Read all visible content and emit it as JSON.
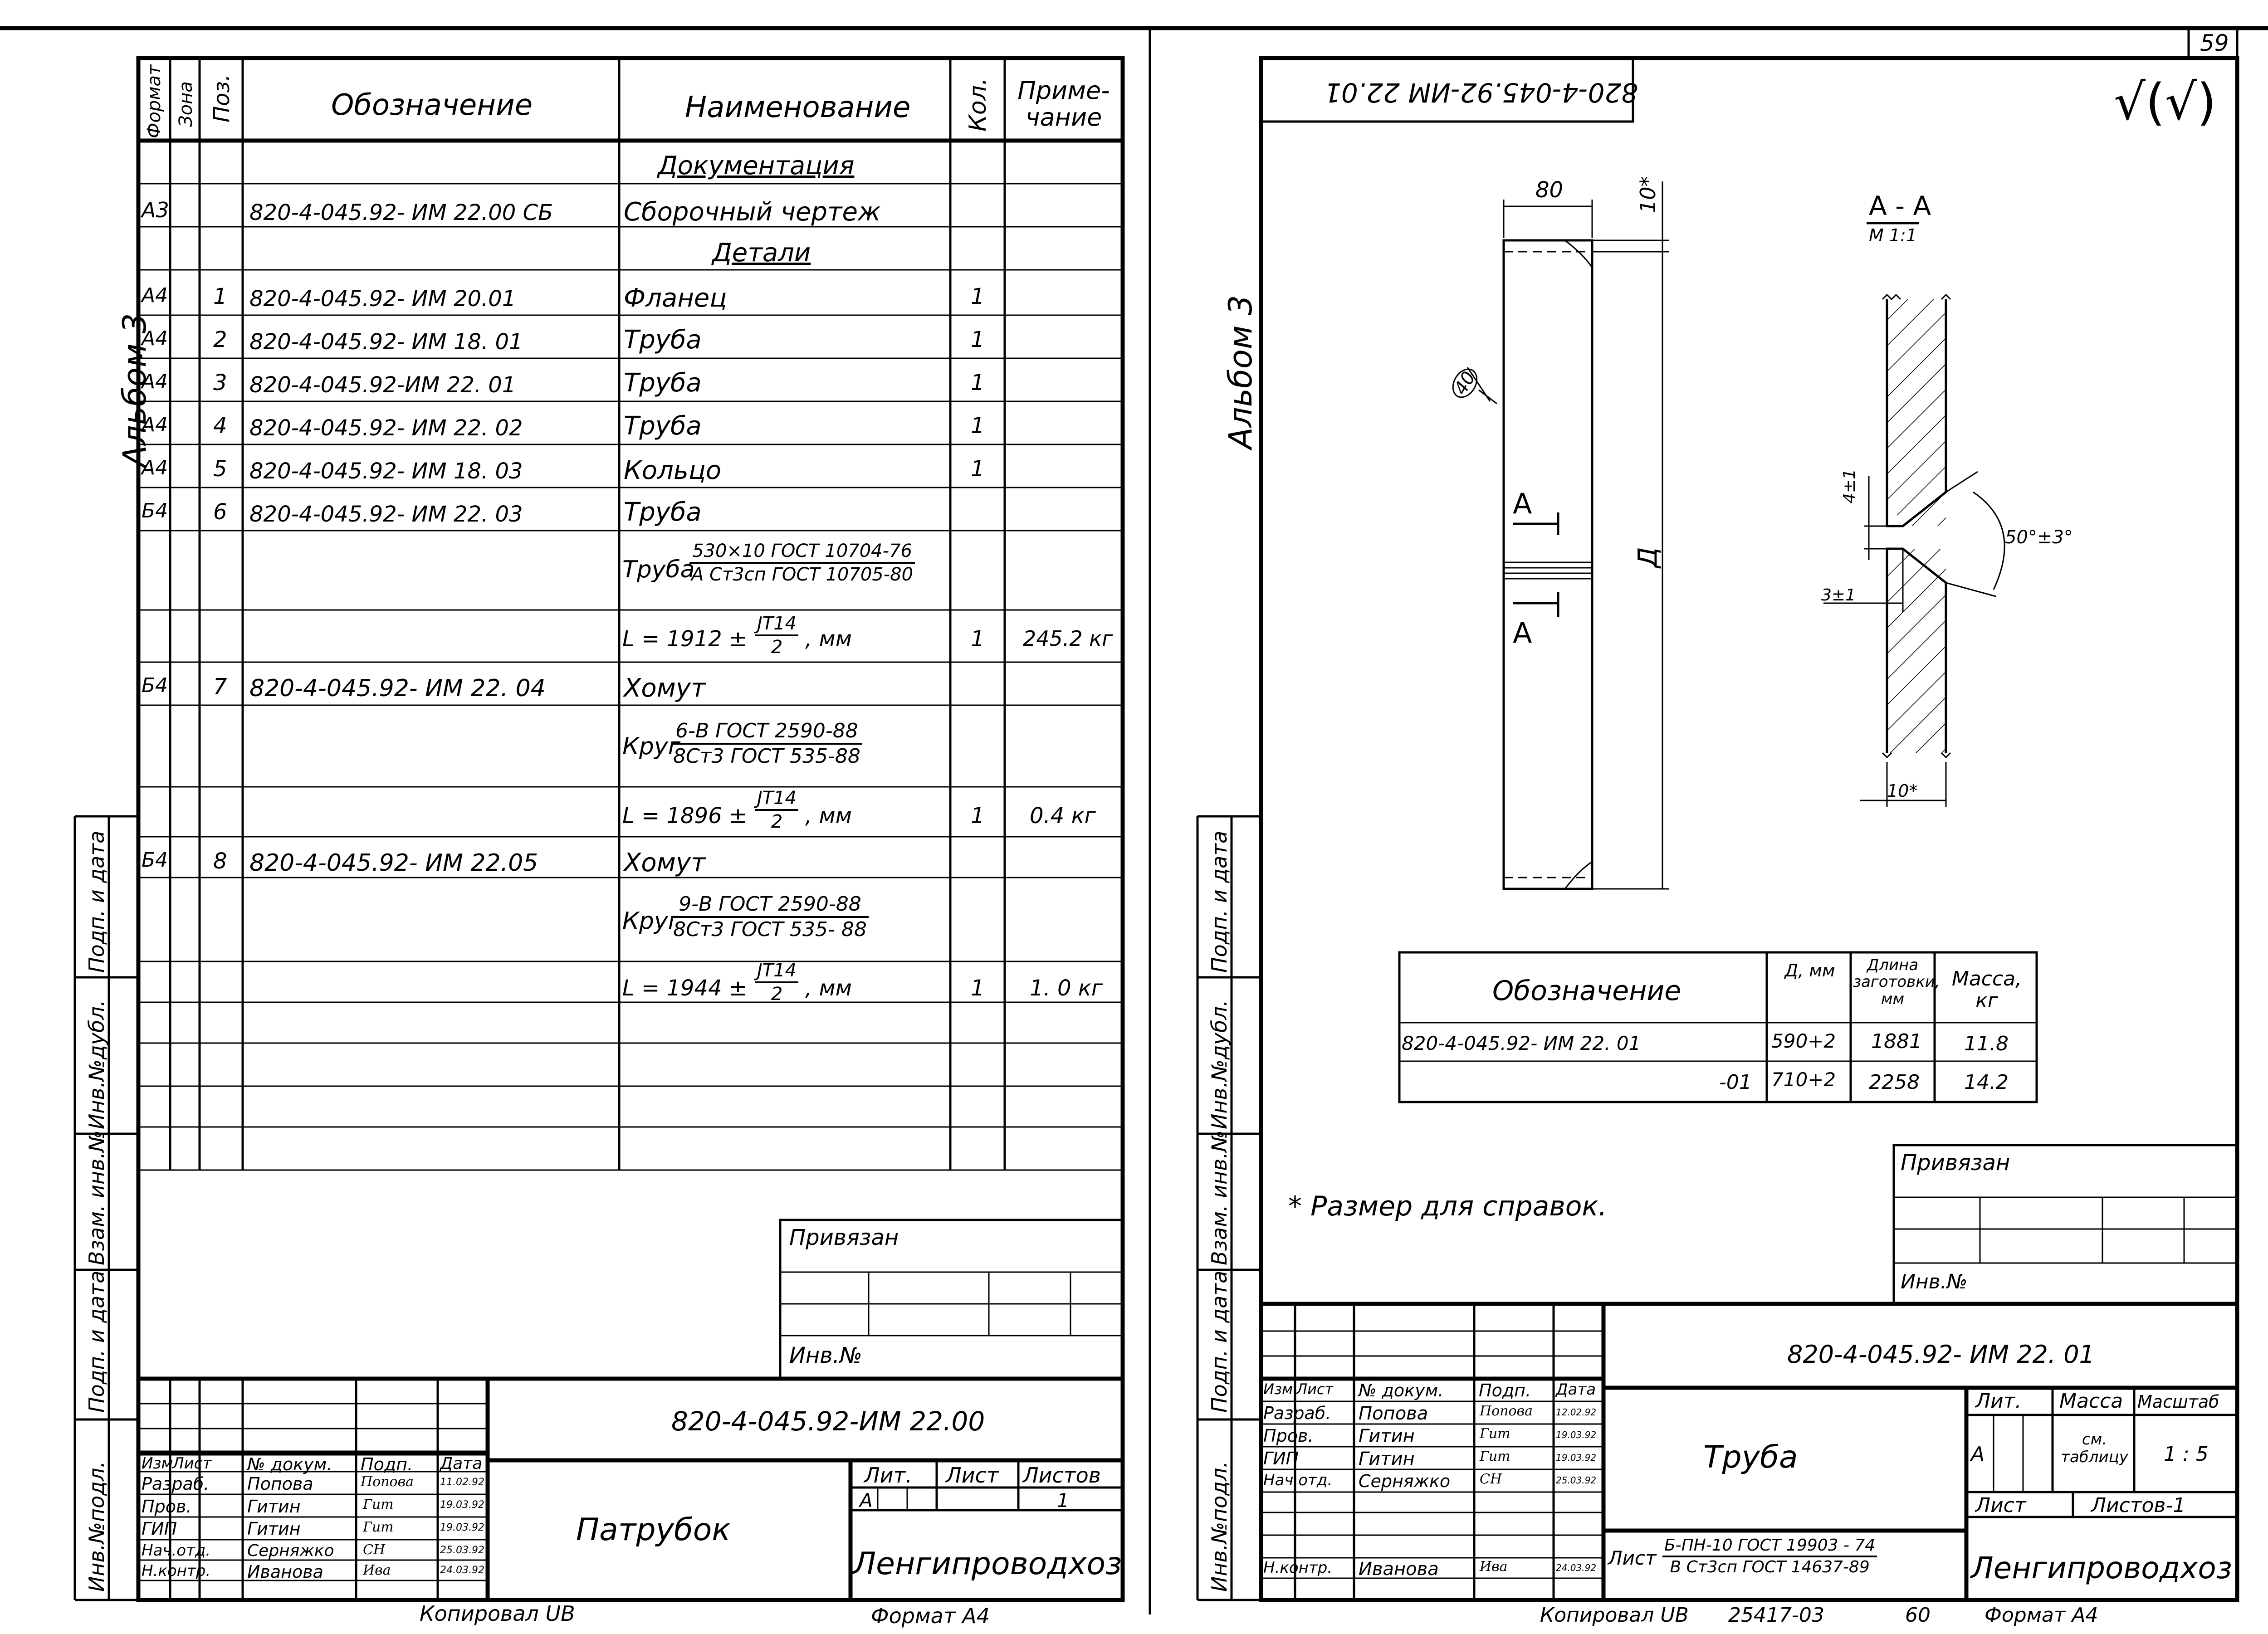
{
  "page_number": "59",
  "footer": {
    "copied_left": "Копировал  UВ",
    "format_left": "Формат  А4",
    "copied_right": "Копировал  UВ",
    "order_no": "25417-03",
    "page_no": "60",
    "format_right": "Формат  А4"
  },
  "left_sheet": {
    "album": "Альбом 3",
    "side_labels": [
      "Инв.№подл.",
      "Подп. и дата",
      "Взам. инв.№",
      "Инв.№дубл.",
      "Подп. и дата"
    ],
    "spec_headers": {
      "format": "Формат",
      "zone": "Зона",
      "pos": "Поз.",
      "designation": "Обозначение",
      "name": "Наименование",
      "qty": "Кол.",
      "note": "Приме- чание"
    },
    "rows": [
      {
        "fmt": "",
        "pos": "",
        "designation": "",
        "name": "Документация",
        "qty": "",
        "note": "",
        "section": true
      },
      {
        "fmt": "А3",
        "pos": "",
        "designation": "820-4-045.92- ИМ 22.00 СБ",
        "name": "Сборочный  чертеж",
        "qty": "",
        "note": ""
      },
      {
        "fmt": "",
        "pos": "",
        "designation": "",
        "name": "Детали",
        "qty": "",
        "note": "",
        "section": true
      },
      {
        "fmt": "А4",
        "pos": "1",
        "designation": "820-4-045.92- ИМ 20.01",
        "name": "Фланец",
        "qty": "1",
        "note": ""
      },
      {
        "fmt": "А4",
        "pos": "2",
        "designation": "820-4-045.92- ИМ 18. 01",
        "name": "Труба",
        "qty": "1",
        "note": ""
      },
      {
        "fmt": "А4",
        "pos": "3",
        "designation": "820-4-045.92-ИМ 22. 01",
        "name": "Труба",
        "qty": "1",
        "note": ""
      },
      {
        "fmt": "А4",
        "pos": "4",
        "designation": "820-4-045.92- ИМ 22. 02",
        "name": "Труба",
        "qty": "1",
        "note": ""
      },
      {
        "fmt": "А4",
        "pos": "5",
        "designation": "820-4-045.92- ИМ 18. 03",
        "name": "Кольцо",
        "qty": "1",
        "note": ""
      },
      {
        "fmt": "Б4",
        "pos": "6",
        "designation": "820-4-045.92- ИМ 22. 03",
        "name": "Труба",
        "qty": "",
        "note": ""
      },
      {
        "fmt": "",
        "pos": "",
        "designation": "",
        "name": "",
        "qty": "",
        "note": ""
      },
      {
        "fmt": "",
        "pos": "",
        "designation": "",
        "name": "",
        "qty": "1",
        "note": "245.2 кг"
      },
      {
        "fmt": "Б4",
        "pos": "7",
        "designation": "820-4-045.92- ИМ 22. 04",
        "name": "Хомут",
        "qty": "",
        "note": ""
      },
      {
        "fmt": "",
        "pos": "",
        "designation": "",
        "name": "",
        "qty": "",
        "note": ""
      },
      {
        "fmt": "",
        "pos": "",
        "designation": "",
        "name": "",
        "qty": "1",
        "note": "0.4 кг"
      },
      {
        "fmt": "Б4",
        "pos": "8",
        "designation": "820-4-045.92- ИМ 22.05",
        "name": "Хомут",
        "qty": "",
        "note": ""
      },
      {
        "fmt": "",
        "pos": "",
        "designation": "",
        "name": "",
        "qty": "",
        "note": ""
      },
      {
        "fmt": "",
        "pos": "",
        "designation": "",
        "name": "",
        "qty": "1",
        "note": "1. 0 кг"
      }
    ],
    "material_6": {
      "word": "Труба",
      "num": "530×10 ГОСТ 10704-76",
      "den": "А Ст3сп  ГОСТ 10705-80"
    },
    "length_6": {
      "prefix": "L = 1912 ±",
      "num": "JT14",
      "den": "2",
      "suffix": ", мм"
    },
    "material_7": {
      "word": "Круг",
      "num": "6-В  ГОСТ 2590-88",
      "den": "8Ст3  ГОСТ 535-88"
    },
    "length_7": {
      "prefix": "L = 1896 ±",
      "num": "JT14",
      "den": "2",
      "suffix": ", мм"
    },
    "material_8": {
      "word": "Круг",
      "num": "9-В  ГОСТ 2590-88",
      "den": "8Ст3  ГОСТ 535- 88"
    },
    "length_8": {
      "prefix": "L = 1944 ±",
      "num": "JT14",
      "den": "2",
      "suffix": ", мм"
    },
    "privyazan": "Привязан",
    "inv_no": "Инв.№",
    "title_block": {
      "code": "820-4-045.92-ИМ 22.00",
      "title": "Патрубок",
      "org": "Ленгипроводхоз",
      "lit": "Лит.",
      "list": "Лист",
      "listov": "Листов",
      "lit_val": "А",
      "listov_val": "1",
      "hdr": [
        "Изм",
        "Лист",
        "№ докум.",
        "Подп.",
        "Дата"
      ],
      "people": [
        {
          "role": "Разраб.",
          "name": "Попова",
          "sign": "Попова",
          "date": "11.02.92"
        },
        {
          "role": "Пров.",
          "name": "Гитин",
          "sign": "Гит",
          "date": "19.03.92"
        },
        {
          "role": "ГИП",
          "name": "Гитин",
          "sign": "Гит",
          "date": "19.03.92"
        },
        {
          "role": "Нач.отд.",
          "name": "Серняжко",
          "sign": "СН",
          "date": "25.03.92"
        },
        {
          "role": "Н.контр.",
          "name": "Иванова",
          "sign": "Ива",
          "date": "24.03.92"
        }
      ]
    }
  },
  "right_sheet": {
    "album": "Альбом 3",
    "side_labels": [
      "Инв.№подл.",
      "Подп. и дата",
      "Взам. инв.№",
      "Инв.№дубл.",
      "Подп. и дата"
    ],
    "stamp_code_rotated": "820-4-045.92-ИМ 22.01",
    "roughness": "√(√)",
    "dims": {
      "w80": "80",
      "t10": "10*",
      "d": "Д",
      "weld": "40",
      "sec_label": "А",
      "section_title": "А - А",
      "section_scale": "М 1:1",
      "gap": "4±1",
      "root": "3±1",
      "angle": "50°±3°",
      "thick": "10*"
    },
    "table": {
      "headers": [
        "Обозначение",
        "Д, мм",
        "Длина заготовки, мм",
        "Масса, кг"
      ],
      "rows": [
        [
          "820-4-045.92- ИМ 22. 01",
          "590+2",
          "1881",
          "11.8"
        ],
        [
          "-01",
          "710+2",
          "2258",
          "14.2"
        ]
      ]
    },
    "note": "* Размер для справок.",
    "privyazan": "Привязан",
    "inv_no": "Инв.№",
    "title_block": {
      "code": "820-4-045.92- ИМ 22. 01",
      "title": "Труба",
      "org": "Ленгипроводхоз",
      "lit": "Лит.",
      "massa": "Масса",
      "masshtab": "Масштаб",
      "lit_val": "А",
      "massa_val": "см. таблицу",
      "scale_val": "1 : 5",
      "list": "Лист",
      "listov": "Листов-1",
      "material_word": "Лист",
      "material_num": "Б-ПН-10  ГОСТ 19903 - 74",
      "material_den": "В Ст3сп  ГОСТ 14637-89",
      "hdr": [
        "Изм",
        "Лист",
        "№ докум.",
        "Подп.",
        "Дата"
      ],
      "people": [
        {
          "role": "Разраб.",
          "name": "Попова",
          "sign": "Попова",
          "date": "12.02.92"
        },
        {
          "role": "Пров.",
          "name": "Гитин",
          "sign": "Гит",
          "date": "19.03.92"
        },
        {
          "role": "ГИП",
          "name": "Гитин",
          "sign": "Гит",
          "date": "19.03.92"
        },
        {
          "role": "Нач.отд.",
          "name": "Серняжко",
          "sign": "СН",
          "date": "25.03.92"
        },
        {
          "role": "Н.контр.",
          "name": "Иванова",
          "sign": "Ива",
          "date": "24.03.92"
        }
      ]
    }
  }
}
